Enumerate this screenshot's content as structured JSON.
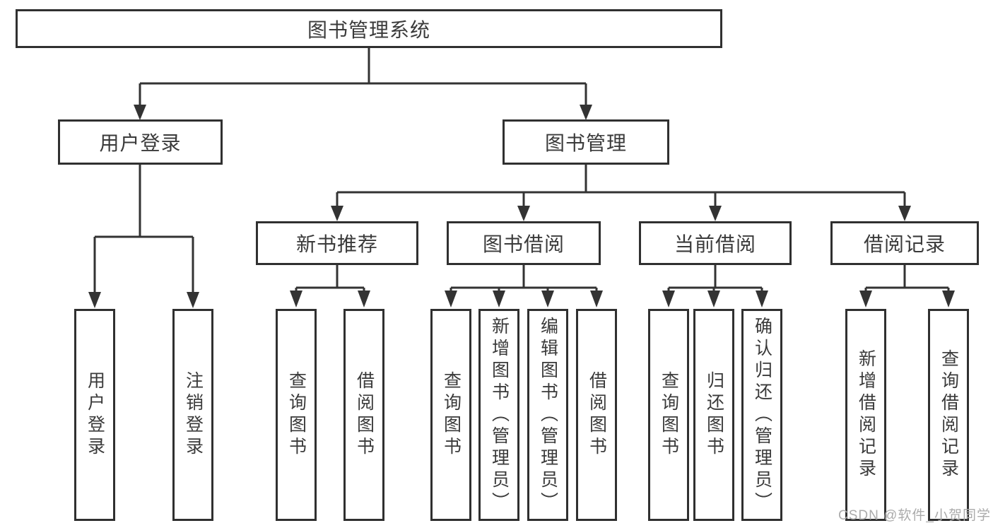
{
  "tree": {
    "label": "图书管理系统",
    "children": [
      {
        "label": "用户登录",
        "children": [
          {
            "label": "用户登录"
          },
          {
            "label": "注销登录"
          }
        ]
      },
      {
        "label": "图书管理",
        "children": [
          {
            "label": "新书推荐",
            "children": [
              {
                "label": "查询图书"
              },
              {
                "label": "借阅图书"
              }
            ]
          },
          {
            "label": "图书借阅",
            "children": [
              {
                "label": "查询图书"
              },
              {
                "label": "新增图书（管理员）"
              },
              {
                "label": "编辑图书（管理员）"
              },
              {
                "label": "借阅图书"
              }
            ]
          },
          {
            "label": "当前借阅",
            "children": [
              {
                "label": "查询图书"
              },
              {
                "label": "归还图书"
              },
              {
                "label": "确认归还（管理员）"
              }
            ]
          },
          {
            "label": "借阅记录",
            "children": [
              {
                "label": "新增借阅记录"
              },
              {
                "label": "查询借阅记录"
              }
            ]
          }
        ]
      }
    ]
  },
  "watermark": "CSDN @软件_小贺同学",
  "colors": {
    "line": "#333333",
    "box_border": "#303030",
    "text": "#3a3a3a",
    "watermark": "#ababab",
    "background": "#ffffff"
  }
}
